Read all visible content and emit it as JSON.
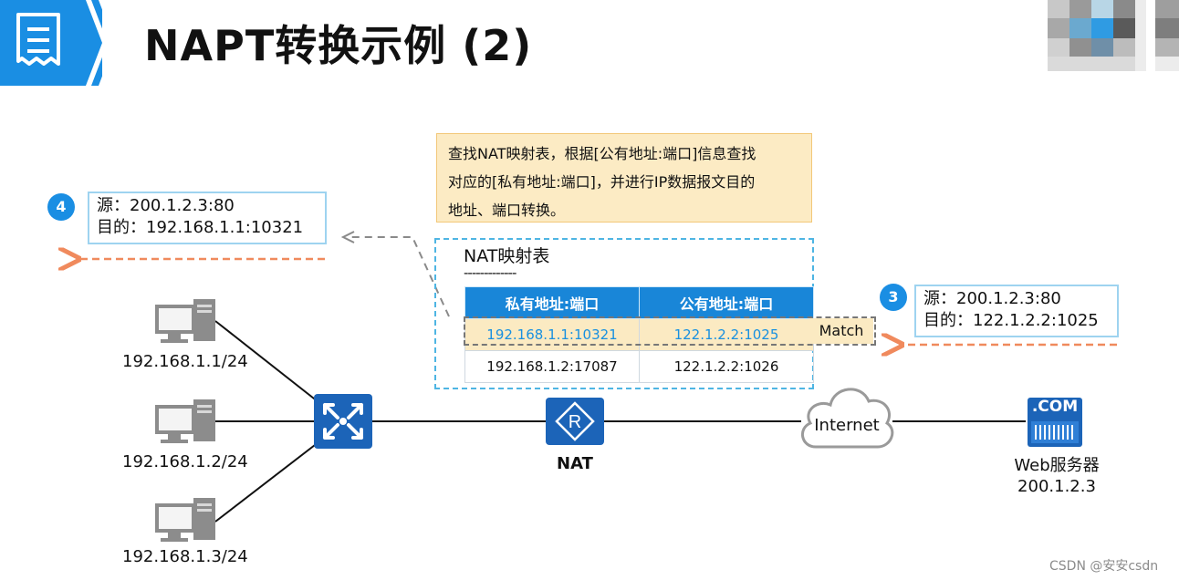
{
  "page": {
    "title": "NAPT转换示例 (2)",
    "watermark": "CSDN @安安csdn"
  },
  "note": {
    "lines": [
      "查找NAT映射表，根据[公有地址:端口]信息查找",
      "对应的[私有地址:端口]，并进行IP数据报文目的",
      "地址、端口转换。"
    ]
  },
  "packet_out": {
    "badge": "4",
    "src": "源：200.1.2.3:80",
    "dst": "目的：192.168.1.1:10321"
  },
  "packet_in": {
    "badge": "3",
    "src": "源：200.1.2.3:80",
    "dst": "目的：122.1.2.2:1025"
  },
  "nat_table": {
    "title": "NAT映射表",
    "separator": "-------------",
    "headers": [
      "私有地址:端口",
      "公有地址:端口"
    ],
    "rows": [
      [
        "192.168.1.1:10321",
        "122.1.2.2:1025"
      ],
      [
        "192.168.1.2:17087",
        "122.1.2.2:1026"
      ]
    ],
    "match_label": "Match"
  },
  "hosts": [
    "192.168.1.1/24",
    "192.168.1.2/24",
    "192.168.1.3/24"
  ],
  "devices": {
    "router": "NAT",
    "cloud": "Internet",
    "server_badge": ".COM",
    "server_name": "Web服务器",
    "server_ip": "200.1.2.3"
  },
  "colors": {
    "accent_blue": "#1a8ee3",
    "device_blue": "#1c64b8",
    "note_bg": "#fcebc4",
    "arrow_orange": "#f08a5d",
    "match_bg": "#fbeac2"
  }
}
